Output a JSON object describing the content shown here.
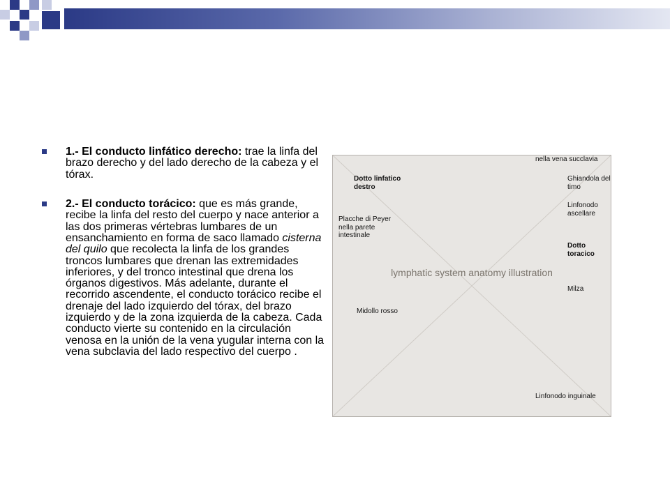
{
  "bullets": [
    {
      "lead": "1.- El conducto linfático derecho:",
      "text": " trae la linfa del brazo derecho y del lado derecho de la cabeza y el tórax."
    },
    {
      "lead": "2.- El conducto torácico:",
      "text_before": " que es más grande, recibe la linfa del resto del cuerpo y nace anterior a las dos primeras vértebras lumbares de un ensanchamiento en forma de saco llamado ",
      "italic": "cisterna del quilo",
      "text_after": " que recolecta la linfa de los grandes troncos lumbares que drenan las extremidades inferiores, y del tronco intestinal que drena los órganos digestivos. Más adelante, durante el recorrido ascendente, el conducto torácico recibe el drenaje del lado izquierdo del tórax, del brazo izquierdo y de la zona izquierda de la cabeza. Cada conducto vierte su contenido en la circulación venosa en la unión de la vena yugular interna con la vena subclavia del lado respectivo del cuerpo ."
    }
  ],
  "figure": {
    "placeholder": "lymphatic system anatomy illustration",
    "labels": {
      "top_right": "nella vena succlavia",
      "dotto_linfatico": "Dotto linfatico destro",
      "ghiandola": "Ghiandola del timo",
      "linfonodo_ascellare": "Linfonodo ascellare",
      "placche": "Placche di Peyer nella parete intestinale",
      "dotto_toracico": "Dotto toracico",
      "milza": "Milza",
      "midollo": "Midollo rosso",
      "linfonodo_inguinale": "Linfonodo inguinale"
    }
  },
  "colors": {
    "accent": "#2b3a86"
  }
}
